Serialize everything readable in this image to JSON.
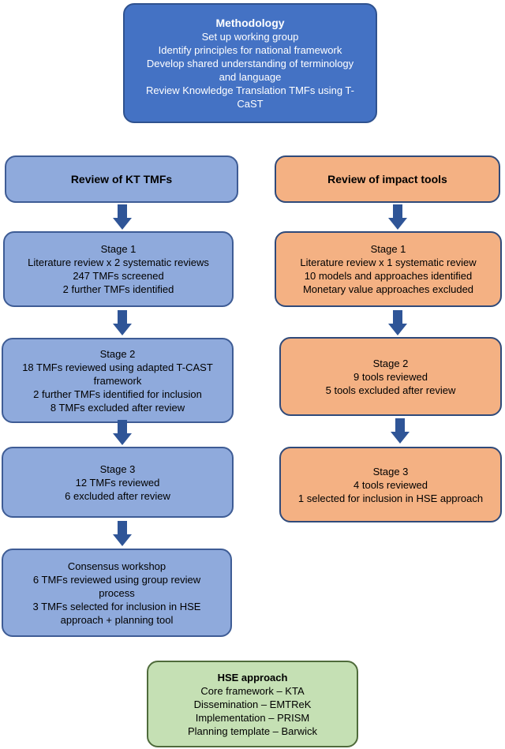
{
  "methodology": {
    "title": "Methodology",
    "lines": [
      "Set up working group",
      "Identify principles for national framework",
      "Develop shared understanding of terminology",
      "and language",
      "Review Knowledge Translation TMFs using T-",
      "CaST"
    ]
  },
  "left": {
    "header": "Review of KT TMFs",
    "stage1": {
      "title": "Stage 1",
      "lines": [
        "Literature review x 2 systematic reviews",
        "247 TMFs screened",
        "2 further TMFs identified"
      ]
    },
    "stage2": {
      "title": "Stage 2",
      "lines": [
        "18 TMFs reviewed using adapted T-CAST",
        "framework",
        "2 further TMFs identified for inclusion",
        "8 TMFs excluded after review"
      ]
    },
    "stage3": {
      "title": "Stage 3",
      "lines": [
        "12 TMFs reviewed",
        "6 excluded after review"
      ]
    },
    "workshop": {
      "title": "Consensus workshop",
      "lines": [
        "6 TMFs reviewed using group review",
        "process",
        "3 TMFs selected for inclusion in HSE",
        "approach + planning tool"
      ]
    }
  },
  "right": {
    "header": "Review of impact tools",
    "stage1": {
      "title": "Stage 1",
      "lines": [
        "Literature review x 1 systematic review",
        "10 models and approaches identified",
        "Monetary value approaches excluded"
      ]
    },
    "stage2": {
      "title": "Stage 2",
      "lines": [
        "9 tools reviewed",
        "5 tools excluded after review"
      ]
    },
    "stage3": {
      "title": "Stage 3",
      "lines": [
        "4 tools reviewed",
        "1 selected for inclusion in HSE approach"
      ]
    }
  },
  "hse": {
    "title": "HSE approach",
    "lines": [
      "Core framework – KTA",
      "Dissemination – EMTReK",
      "Implementation – PRISM",
      "Planning template – Barwick"
    ]
  },
  "colors": {
    "methodology_fill": "#4472c4",
    "kt_fill": "#8faadc",
    "impact_fill": "#f4b183",
    "hse_fill": "#c5e0b4",
    "arrow_fill": "#2f5597"
  }
}
